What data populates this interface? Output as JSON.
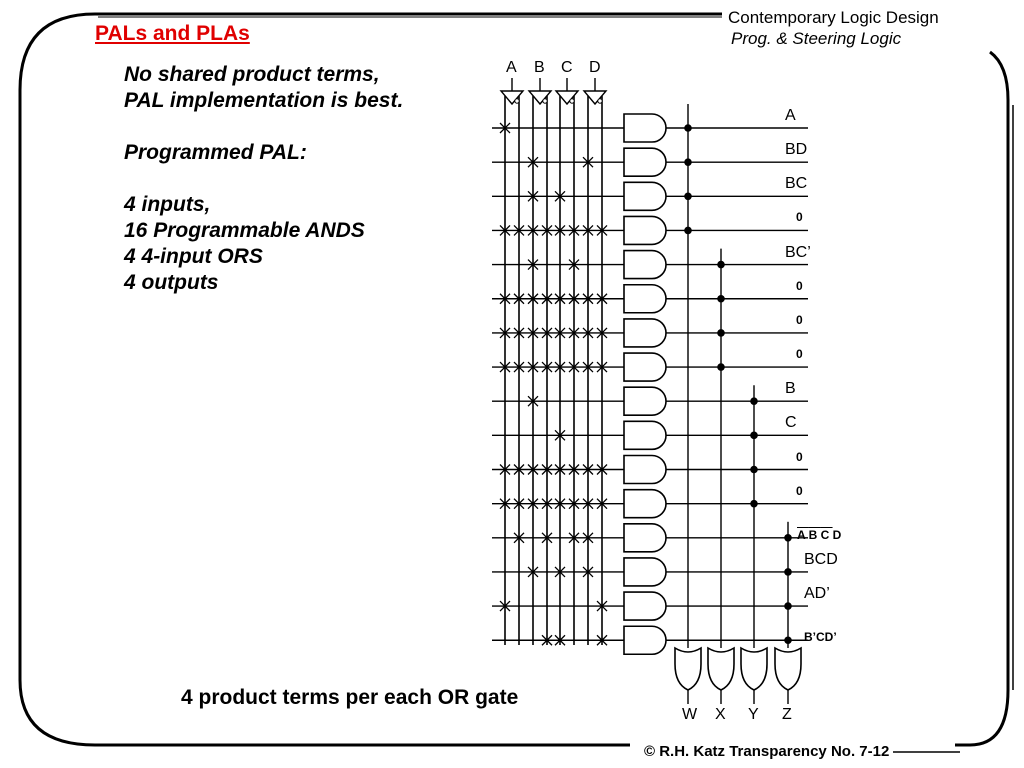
{
  "header": {
    "title": "PALs and PLAs",
    "course": "Contemporary  Logic Design",
    "topic": "Prog. & Steering Logic"
  },
  "body_lines": [
    "No shared product terms,",
    "PAL implementation is best.",
    "",
    "Programmed PAL:",
    "",
    "4 inputs,",
    "16 Programmable ANDS",
    "4   4-input ORS",
    "4 outputs"
  ],
  "caption": "4 product terms per each OR gate",
  "footer": "© R.H. Katz   Transparency No. 7-12",
  "diagram": {
    "inputs": [
      "A",
      "B",
      "C",
      "D"
    ],
    "outputs": [
      "W",
      "X",
      "Y",
      "Z"
    ],
    "product_terms": [
      {
        "label": "A",
        "fuses": [
          0
        ]
      },
      {
        "label": "BD",
        "fuses": [
          2,
          6
        ]
      },
      {
        "label": "BC",
        "fuses": [
          2,
          4
        ]
      },
      {
        "label": "0",
        "fuses": [
          0,
          1,
          2,
          3,
          4,
          5,
          6,
          7
        ]
      },
      {
        "label": "BC’",
        "fuses": [
          2,
          5
        ]
      },
      {
        "label": "0",
        "fuses": [
          0,
          1,
          2,
          3,
          4,
          5,
          6,
          7
        ]
      },
      {
        "label": "0",
        "fuses": [
          0,
          1,
          2,
          3,
          4,
          5,
          6,
          7
        ]
      },
      {
        "label": "0",
        "fuses": [
          0,
          1,
          2,
          3,
          4,
          5,
          6,
          7
        ]
      },
      {
        "label": "B",
        "fuses": [
          2
        ]
      },
      {
        "label": "C",
        "fuses": [
          4
        ]
      },
      {
        "label": "0",
        "fuses": [
          0,
          1,
          2,
          3,
          4,
          5,
          6,
          7
        ]
      },
      {
        "label": "0",
        "fuses": [
          0,
          1,
          2,
          3,
          4,
          5,
          6,
          7
        ]
      },
      {
        "label": "A B C D",
        "overbar": [
          true,
          true,
          true,
          false
        ],
        "fuses": [
          1,
          3,
          5,
          6
        ]
      },
      {
        "label": "BCD",
        "fuses": [
          2,
          4,
          6
        ]
      },
      {
        "label": "AD’",
        "fuses": [
          0,
          7
        ]
      },
      {
        "label": "B’CD’",
        "fuses": [
          3,
          4,
          7
        ]
      }
    ]
  }
}
